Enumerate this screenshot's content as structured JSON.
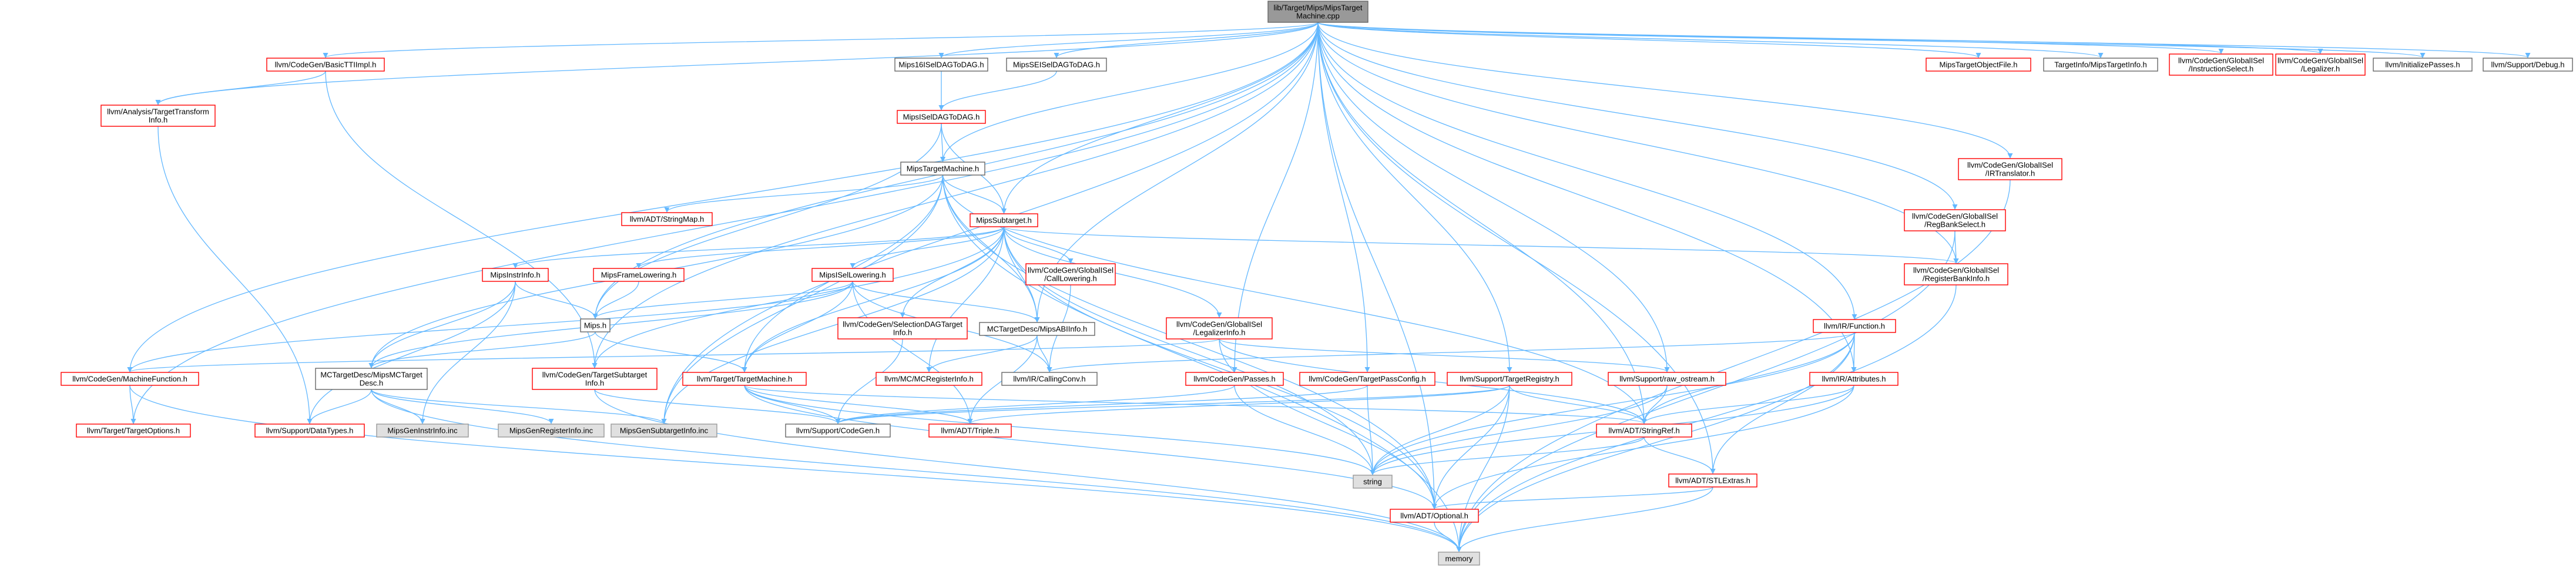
{
  "colors": {
    "background": "#ffffff",
    "edge": "#63b8ff",
    "root_fill": "#999999",
    "linked_border": "#ff0000",
    "plain_border": "#666666",
    "external_fill": "#e0e0e0",
    "text": "#000000"
  },
  "nodes": [
    {
      "id": "root",
      "lines": [
        "lib/Target/Mips/MipsTarget",
        "Machine.cpp"
      ],
      "kind": "root"
    },
    {
      "id": "basicTTI",
      "lines": [
        "llvm/CodeGen/BasicTTIImpl.h"
      ],
      "kind": "linked"
    },
    {
      "id": "targetTransformInfo",
      "lines": [
        "llvm/Analysis/TargetTransform",
        "Info.h"
      ],
      "kind": "linked"
    },
    {
      "id": "mips16ISel",
      "lines": [
        "Mips16ISelDAGToDAG.h"
      ],
      "kind": "plain"
    },
    {
      "id": "mipsSEISel",
      "lines": [
        "MipsSEISelDAGToDAG.h"
      ],
      "kind": "plain"
    },
    {
      "id": "mipsISel",
      "lines": [
        "MipsISelDAGToDAG.h"
      ],
      "kind": "linked"
    },
    {
      "id": "mipsTM",
      "lines": [
        "MipsTargetMachine.h"
      ],
      "kind": "plain"
    },
    {
      "id": "stringMap",
      "lines": [
        "llvm/ADT/StringMap.h"
      ],
      "kind": "linked"
    },
    {
      "id": "mipsSubtarget",
      "lines": [
        "MipsSubtarget.h"
      ],
      "kind": "linked"
    },
    {
      "id": "mipsInstrInfo",
      "lines": [
        "MipsInstrInfo.h"
      ],
      "kind": "linked"
    },
    {
      "id": "mipsFrameLowering",
      "lines": [
        "MipsFrameLowering.h"
      ],
      "kind": "linked"
    },
    {
      "id": "mipsISelLowering",
      "lines": [
        "MipsISelLowering.h"
      ],
      "kind": "linked"
    },
    {
      "id": "callLowering",
      "lines": [
        "llvm/CodeGen/GlobalISel",
        "/CallLowering.h"
      ],
      "kind": "linked"
    },
    {
      "id": "selectionDAGTargetInfo",
      "lines": [
        "llvm/CodeGen/SelectionDAGTarget",
        "Info.h"
      ],
      "kind": "linked"
    },
    {
      "id": "legalizerInfo",
      "lines": [
        "llvm/CodeGen/GlobalISel",
        "/LegalizerInfo.h"
      ],
      "kind": "linked"
    },
    {
      "id": "mipsH",
      "lines": [
        "Mips.h"
      ],
      "kind": "plain"
    },
    {
      "id": "mipsABIInfo",
      "lines": [
        "MCTargetDesc/MipsABIInfo.h"
      ],
      "kind": "plain"
    },
    {
      "id": "machineFunction",
      "lines": [
        "llvm/CodeGen/MachineFunction.h"
      ],
      "kind": "linked"
    },
    {
      "id": "mipsMCTargetDesc",
      "lines": [
        "MCTargetDesc/MipsMCTarget",
        "Desc.h"
      ],
      "kind": "plain"
    },
    {
      "id": "targetSubtargetInfo",
      "lines": [
        "llvm/CodeGen/TargetSubtarget",
        "Info.h"
      ],
      "kind": "linked"
    },
    {
      "id": "targetMachineH",
      "lines": [
        "llvm/Target/TargetMachine.h"
      ],
      "kind": "linked"
    },
    {
      "id": "mcRegisterInfo",
      "lines": [
        "llvm/MC/MCRegisterInfo.h"
      ],
      "kind": "linked"
    },
    {
      "id": "callingConv",
      "lines": [
        "llvm/IR/CallingConv.h"
      ],
      "kind": "plain"
    },
    {
      "id": "codeGenPasses",
      "lines": [
        "llvm/CodeGen/Passes.h"
      ],
      "kind": "linked"
    },
    {
      "id": "targetPassConfig",
      "lines": [
        "llvm/CodeGen/TargetPassConfig.h"
      ],
      "kind": "linked"
    },
    {
      "id": "targetRegistry",
      "lines": [
        "llvm/Support/TargetRegistry.h"
      ],
      "kind": "linked"
    },
    {
      "id": "rawOstream",
      "lines": [
        "llvm/Support/raw_ostream.h"
      ],
      "kind": "linked"
    },
    {
      "id": "targetOptions",
      "lines": [
        "llvm/Target/TargetOptions.h"
      ],
      "kind": "linked"
    },
    {
      "id": "dataTypes",
      "lines": [
        "llvm/Support/DataTypes.h"
      ],
      "kind": "linked"
    },
    {
      "id": "genInstrInfo",
      "lines": [
        "MipsGenInstrInfo.inc"
      ],
      "kind": "external"
    },
    {
      "id": "genRegisterInfo",
      "lines": [
        "MipsGenRegisterInfo.inc"
      ],
      "kind": "external"
    },
    {
      "id": "genSubtargetInfo",
      "lines": [
        "MipsGenSubtargetInfo.inc"
      ],
      "kind": "external"
    },
    {
      "id": "supportCodeGen",
      "lines": [
        "llvm/Support/CodeGen.h"
      ],
      "kind": "plain"
    },
    {
      "id": "triple",
      "lines": [
        "llvm/ADT/Triple.h"
      ],
      "kind": "linked"
    },
    {
      "id": "stringRef",
      "lines": [
        "llvm/ADT/StringRef.h"
      ],
      "kind": "linked"
    },
    {
      "id": "stlExtras",
      "lines": [
        "llvm/ADT/STLExtras.h"
      ],
      "kind": "linked"
    },
    {
      "id": "optional",
      "lines": [
        "llvm/ADT/Optional.h"
      ],
      "kind": "linked"
    },
    {
      "id": "string",
      "lines": [
        "string"
      ],
      "kind": "external"
    },
    {
      "id": "memory",
      "lines": [
        "memory"
      ],
      "kind": "external"
    },
    {
      "id": "mipsTargetObjectFile",
      "lines": [
        "MipsTargetObjectFile.h"
      ],
      "kind": "linked"
    },
    {
      "id": "mipsTargetInfo",
      "lines": [
        "TargetInfo/MipsTargetInfo.h"
      ],
      "kind": "plain"
    },
    {
      "id": "instructionSelect",
      "lines": [
        "llvm/CodeGen/GlobalISel",
        "/InstructionSelect.h"
      ],
      "kind": "linked"
    },
    {
      "id": "legalizer",
      "lines": [
        "llvm/CodeGen/GlobalISel",
        "/Legalizer.h"
      ],
      "kind": "linked"
    },
    {
      "id": "initializePasses",
      "lines": [
        "llvm/InitializePasses.h"
      ],
      "kind": "plain"
    },
    {
      "id": "supportDebug",
      "lines": [
        "llvm/Support/Debug.h"
      ],
      "kind": "plain"
    },
    {
      "id": "irTranslator",
      "lines": [
        "llvm/CodeGen/GlobalISel",
        "/IRTranslator.h"
      ],
      "kind": "linked"
    },
    {
      "id": "regBankSelect",
      "lines": [
        "llvm/CodeGen/GlobalISel",
        "/RegBankSelect.h"
      ],
      "kind": "linked"
    },
    {
      "id": "registerBankInfo",
      "lines": [
        "llvm/CodeGen/GlobalISel",
        "/RegisterBankInfo.h"
      ],
      "kind": "linked"
    },
    {
      "id": "irFunction",
      "lines": [
        "llvm/IR/Function.h"
      ],
      "kind": "linked"
    },
    {
      "id": "irAttributes",
      "lines": [
        "llvm/IR/Attributes.h"
      ],
      "kind": "linked"
    }
  ]
}
